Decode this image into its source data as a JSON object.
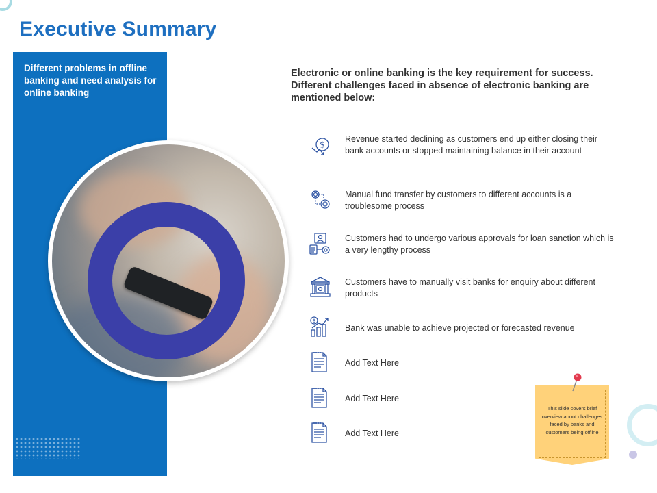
{
  "title": "Executive Summary",
  "sidebar": {
    "text": "Different problems in offline banking and need analysis for online banking"
  },
  "intro": "Electronic or online banking is the key requirement for success. Different challenges faced in absence of electronic banking are mentioned below:",
  "items": [
    {
      "icon": "revenue-decline-icon",
      "text": "Revenue started declining as customers end up either closing their bank accounts or stopped maintaining balance in their account"
    },
    {
      "icon": "fund-transfer-icon",
      "text": "Manual fund transfer by customers to different accounts is a troublesome process"
    },
    {
      "icon": "loan-approval-icon",
      "text": "Customers had to undergo various approvals for loan sanction which is a very lengthy process"
    },
    {
      "icon": "bank-building-icon",
      "text": "Customers have to manually visit banks for enquiry about different products"
    },
    {
      "icon": "revenue-chart-icon",
      "text": "Bank was unable to achieve projected or forecasted revenue"
    },
    {
      "icon": "document-icon",
      "text": "Add Text Here"
    },
    {
      "icon": "document-icon",
      "text": "Add Text Here"
    },
    {
      "icon": "document-icon",
      "text": "Add Text Here"
    }
  ],
  "note": {
    "text": "This slide covers brief overview about challenges faced by banks and customers being offline"
  },
  "colors": {
    "title": "#1e6fc0",
    "panel": "#0d70bf",
    "ring": "#3b3fa8",
    "icon_stroke": "#2f55a4",
    "note": "#ffd27a"
  }
}
